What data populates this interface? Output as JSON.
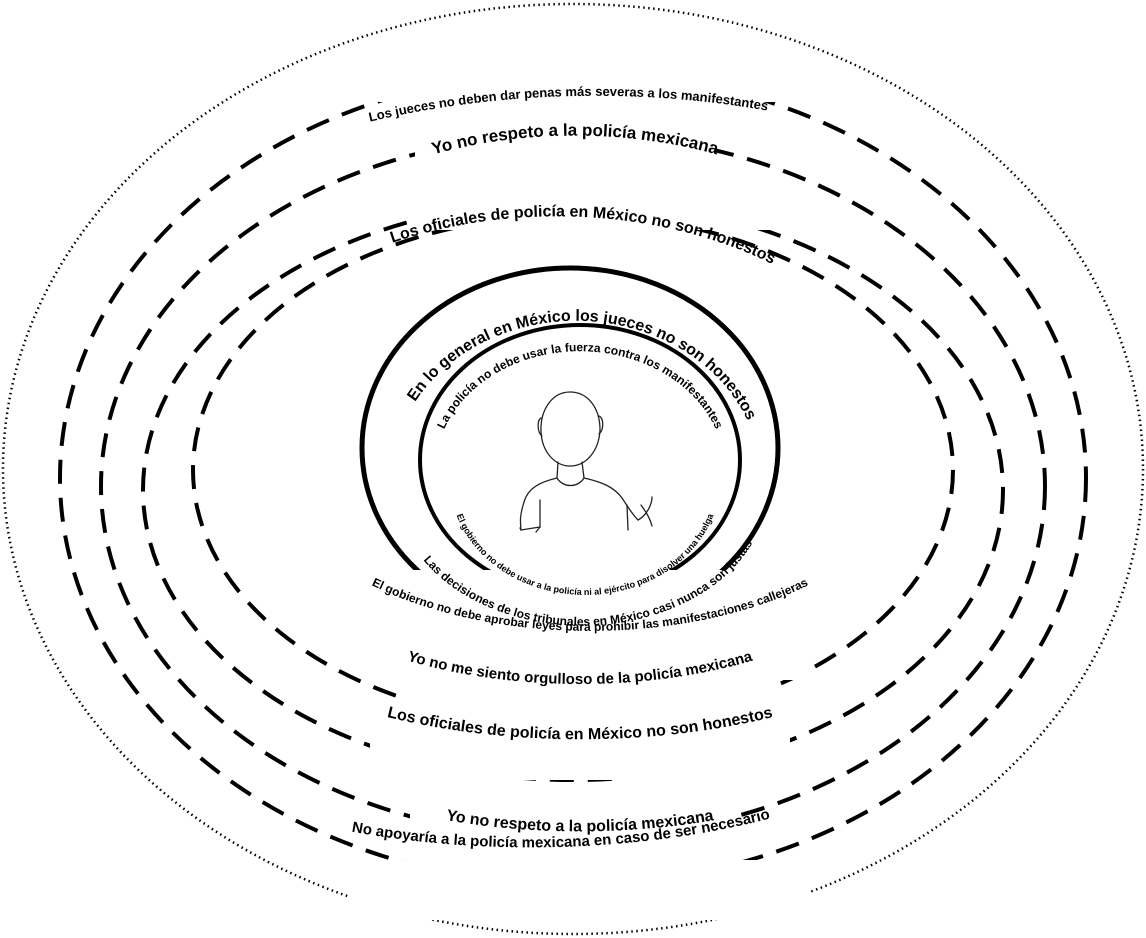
{
  "diagram": {
    "center_figure": "person-silhouette",
    "labels": {
      "outer_top": "Los jueces no deben dar penas más severas a los manifestantes",
      "outer_bottom": "No apoyaría a la policía mexicana en caso de ser necesario",
      "ring2_top": "Yo no respeto a la policía mexicana",
      "ring2_bottom": "Yo no respeto a la policía mexicana",
      "ring3_top": "Los oficiales de policía en México no son honestos",
      "ring3_bottom": "Los oficiales de policía en México no son honestos",
      "ring4_bottom_a": "Yo no me siento orgulloso de la policía mexicana",
      "ring4_bottom_b": "El gobierno no debe aprobar leyes para prohibir las manifestaciones callejeras",
      "ring5_top": "En lo general en México los jueces no son honestos",
      "ring5_bottom": "Las decisiones de los tribunales en México casi nunca son justas",
      "inner_top": "La policía no debe usar la fuerza contra los manifestantes",
      "inner_bottom": "El gobierno no debe usar a la policía ni al ejército para disolver una huelga"
    }
  }
}
